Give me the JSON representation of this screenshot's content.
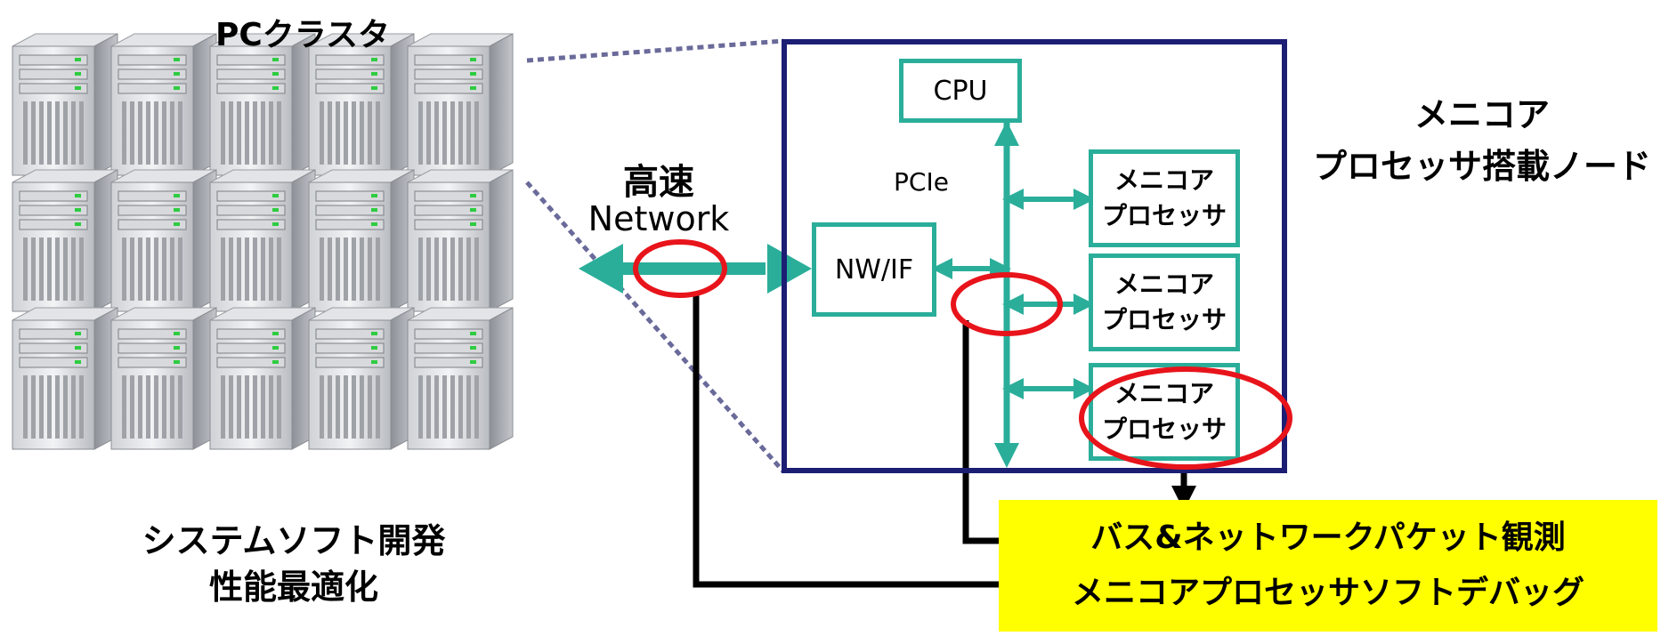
{
  "cluster": {
    "title": "PCクラスタ",
    "caption_line1": "システムソフト開発",
    "caption_line2": "性能最適化",
    "server_icon": "server-tower-icon"
  },
  "network": {
    "title": "高速",
    "subtitle": "Network"
  },
  "node": {
    "label_line1": "メニコア",
    "label_line2": "プロセッサ搭載ノード",
    "bus_label": "PCIe",
    "cpu_label": "CPU",
    "nwif_label": "NW/IF",
    "processors": [
      {
        "line1": "メニコア",
        "line2": "プロセッサ"
      },
      {
        "line1": "メニコア",
        "line2": "プロセッサ"
      },
      {
        "line1": "メニコア",
        "line2": "プロセッサ"
      }
    ]
  },
  "observation": {
    "line1": "バス&ネットワークパケット観測",
    "line2": "メニコアプロセッサソフトデバッグ"
  },
  "colors": {
    "teal": "#2aae9a",
    "navy": "#1c1e74",
    "highlight_red": "#e8141b",
    "yellow": "#ffff00",
    "dotted": "#6a6a9a"
  }
}
